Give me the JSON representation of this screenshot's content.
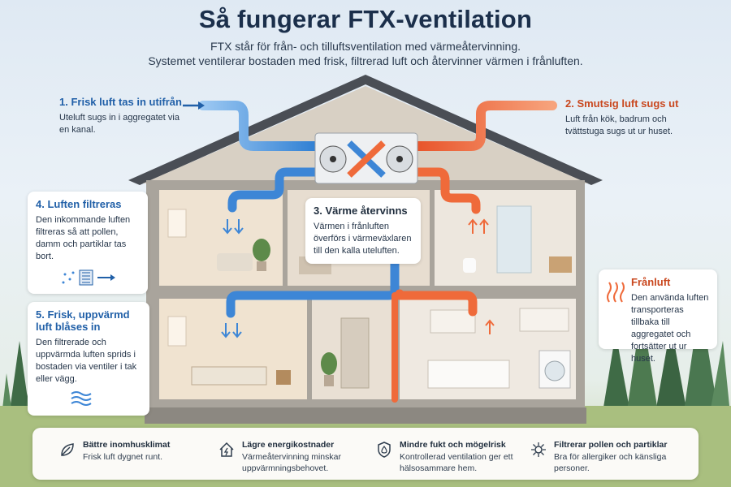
{
  "title": "Så fungerar FTX-ventilation",
  "subtitle_line1": "FTX står för från- och tilluftsventilation med värmeåtervinning.",
  "subtitle_line2": "Systemet ventilerar bostaden med frisk, filtrerad luft och återvinner värmen i frånluften.",
  "steps": {
    "step1": {
      "title": "1. Frisk luft tas in utifrån",
      "text": "Uteluft sugs in i aggregatet via en kanal."
    },
    "step2": {
      "title": "2. Smutsig luft sugs ut",
      "text": "Luft från kök, badrum och tvättstuga sugs ut ur huset."
    },
    "step3": {
      "title": "3. Värme återvinns",
      "text": "Värmen i frånluften överförs i värmeväxlaren till den kalla uteluften."
    },
    "step4": {
      "title": "4. Luften filtreras",
      "text": "Den inkommande luften filtreras så att pollen, damm och partiklar tas bort."
    },
    "step5": {
      "title": "5. Frisk, uppvärmd luft blåses in",
      "text": "Den filtrerade och uppvärmda luften sprids i bostaden via ventiler i tak eller vägg."
    },
    "exhaust": {
      "title": "Frånluft",
      "text": "Den använda luften transporteras tillbaka till aggregatet och fortsätter ut ur huset."
    }
  },
  "benefits": [
    {
      "title": "Bättre inomhusklimat",
      "text": "Frisk luft dygnet runt.",
      "icon": "leaf-icon"
    },
    {
      "title": "Lägre energikostnader",
      "text": "Värmeåtervinning minskar uppvärmningsbehovet.",
      "icon": "house-energy-icon"
    },
    {
      "title": "Mindre fukt och mögelrisk",
      "text": "Kontrollerad ventilation ger ett hälsosammare hem.",
      "icon": "shield-drop-icon"
    },
    {
      "title": "Filtrerar pollen och partiklar",
      "text": "Bra för allergiker och känsliga personer.",
      "icon": "pollen-icon"
    }
  ],
  "colors": {
    "fresh_air": "#3d86d6",
    "exhaust_air": "#ef6a3a",
    "title": "#1b2f4b",
    "roof": "#4a4e55",
    "wall": "#d9d4cc"
  }
}
